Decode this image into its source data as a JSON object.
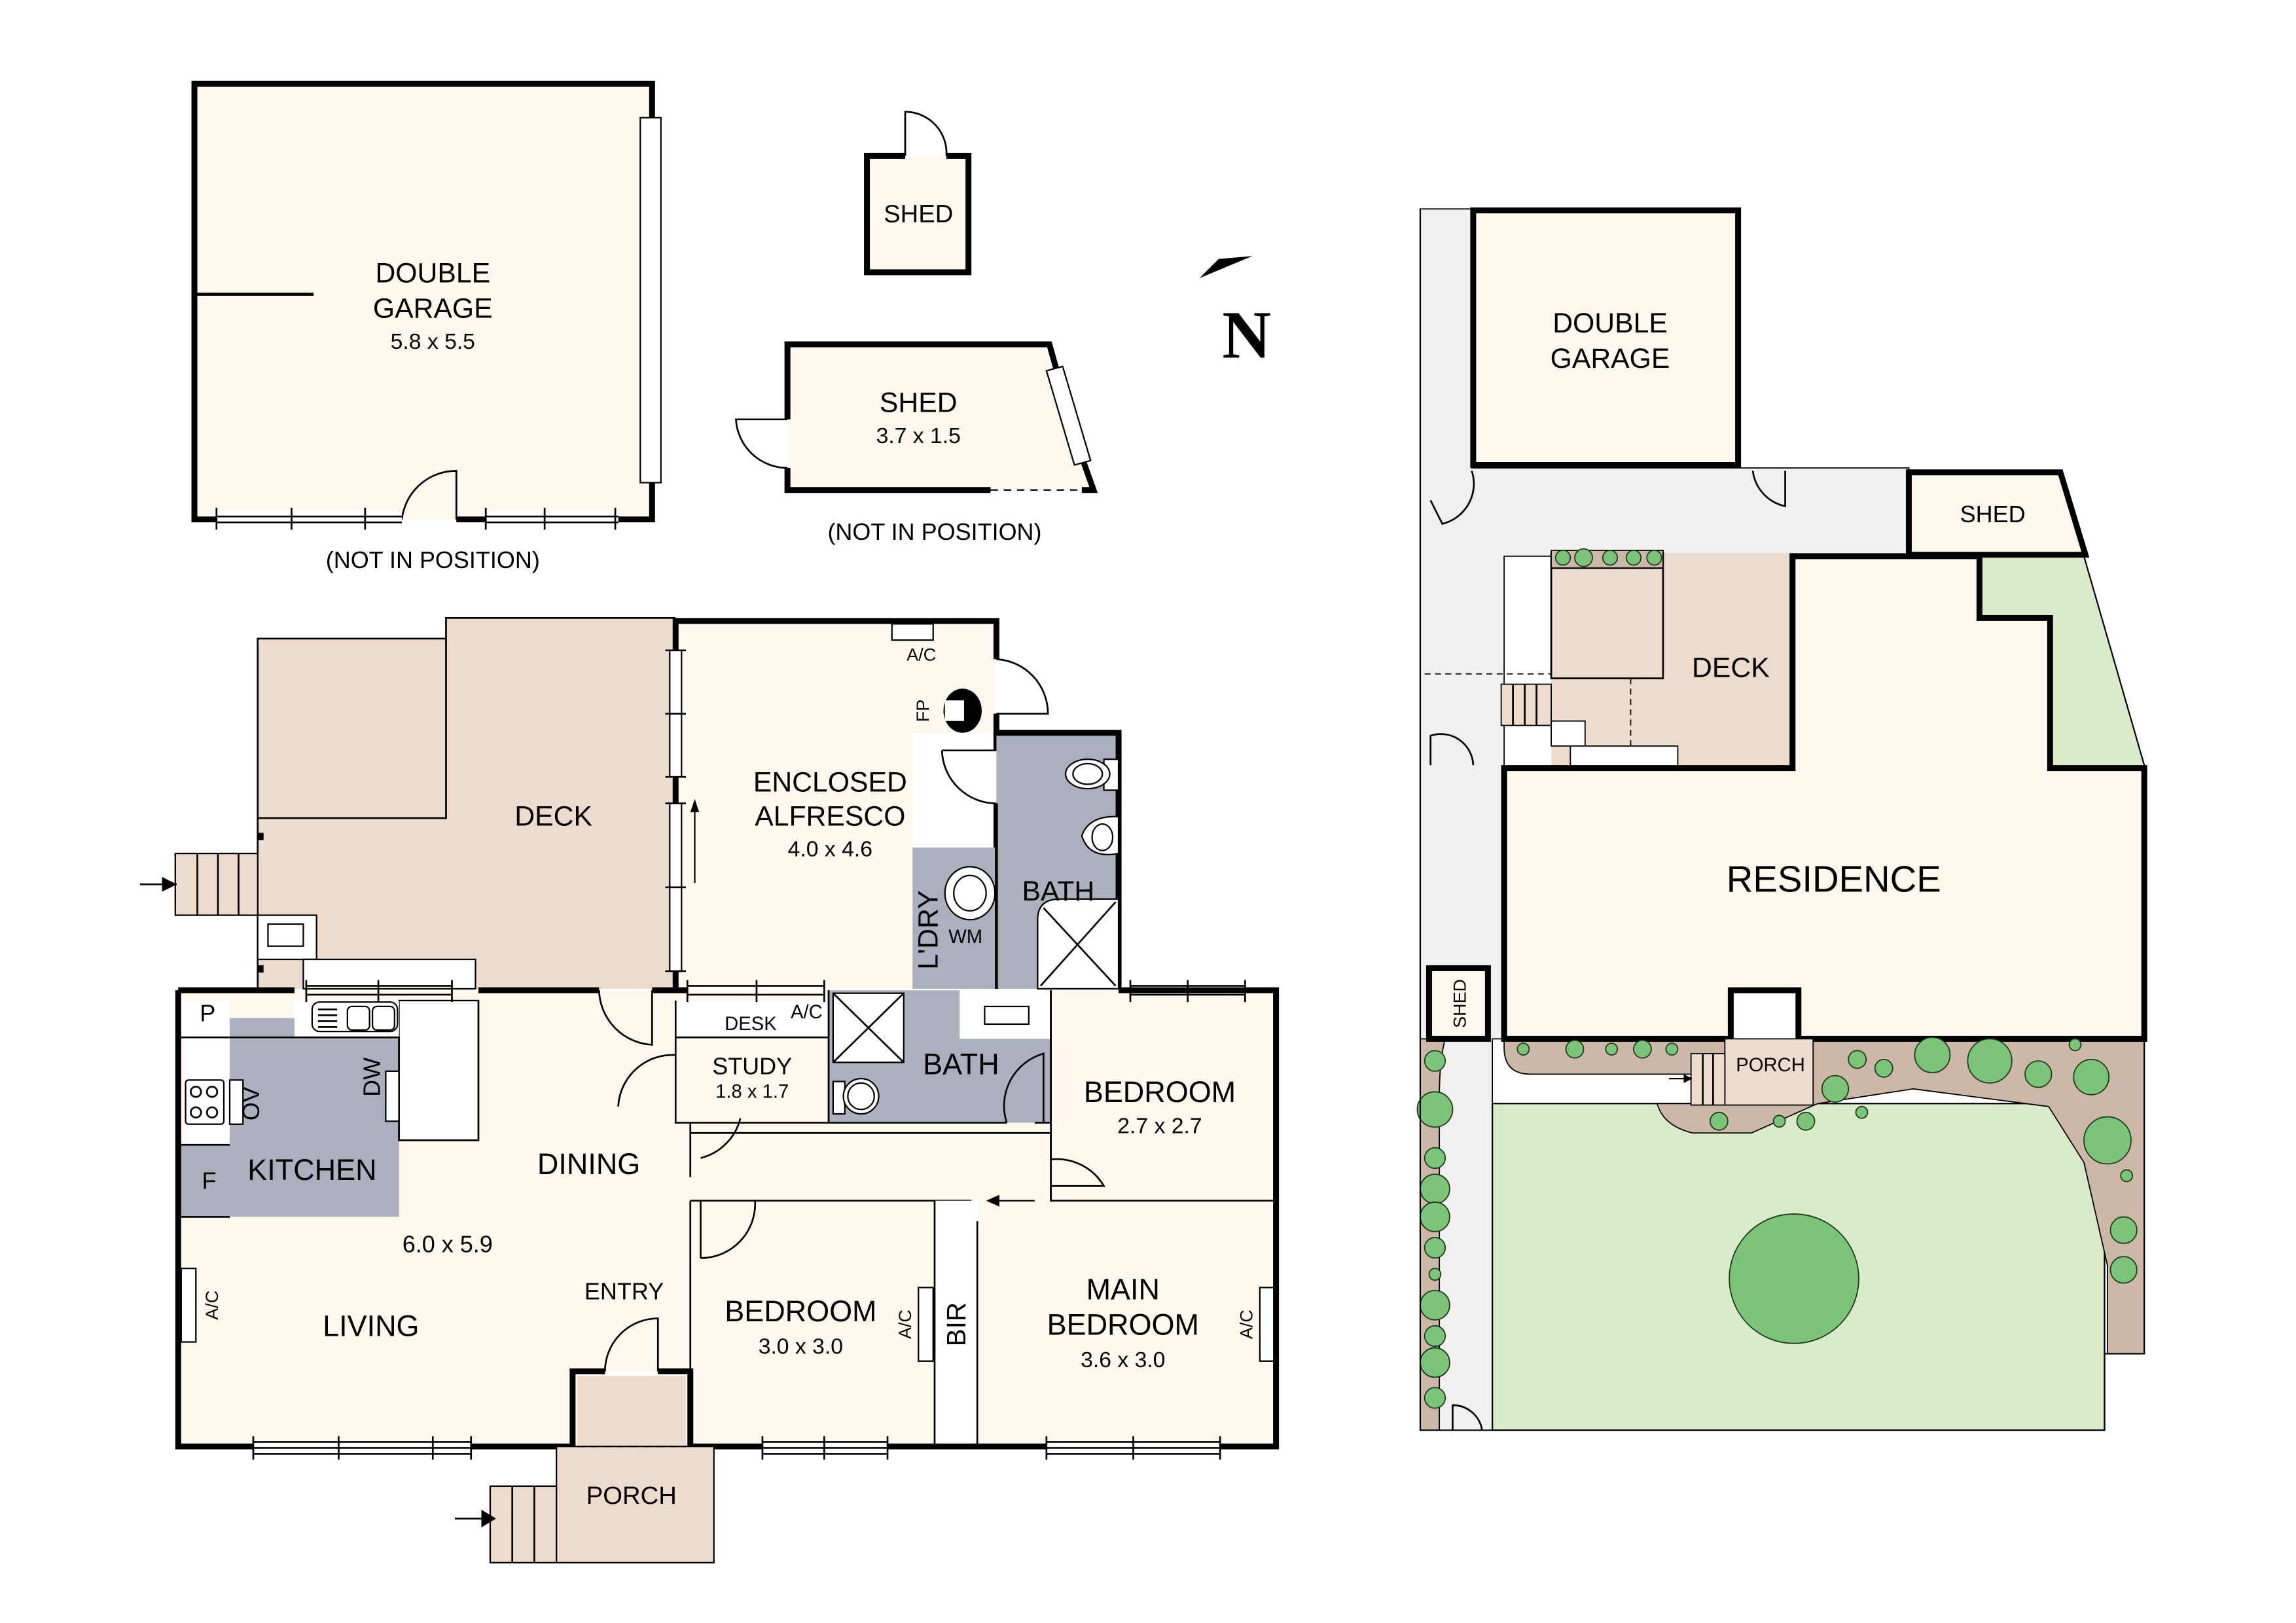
{
  "compass": {
    "label": "N"
  },
  "outbuildings": {
    "garage": {
      "name_line1": "DOUBLE",
      "name_line2": "GARAGE",
      "size": "5.8 x 5.5",
      "note": "(NOT IN POSITION)"
    },
    "shed_small": {
      "name": "SHED"
    },
    "shed_large": {
      "name": "SHED",
      "size": "3.7 x 1.5",
      "note": "(NOT IN POSITION)"
    }
  },
  "floor_plan": {
    "deck": {
      "name": "DECK"
    },
    "alfresco": {
      "name_line1": "ENCLOSED",
      "name_line2": "ALFRESCO",
      "size": "4.0 x 4.6",
      "ac": "A/C",
      "fp": "FP"
    },
    "laundry": {
      "name": "L'DRY",
      "wm": "WM"
    },
    "bath_rear": {
      "name": "BATH"
    },
    "kitchen": {
      "name": "KITCHEN",
      "pantry": "P",
      "oven": "OV",
      "dishwasher": "DW",
      "fridge": "F"
    },
    "dining": {
      "name": "DINING"
    },
    "living": {
      "name": "LIVING",
      "size": "6.0 x 5.9",
      "ac": "A/C"
    },
    "entry": {
      "name": "ENTRY"
    },
    "porch": {
      "name": "PORCH"
    },
    "study": {
      "name": "STUDY",
      "size": "1.8 x 1.7",
      "desk": "DESK",
      "ac": "A/C"
    },
    "bath_main": {
      "name": "BATH"
    },
    "bedroom2": {
      "name": "BEDROOM",
      "size": "2.7 x 2.7"
    },
    "bedroom3": {
      "name": "BEDROOM",
      "size": "3.0 x 3.0",
      "ac": "A/C"
    },
    "bir": {
      "name": "BIR"
    },
    "main_bedroom": {
      "name_line1": "MAIN",
      "name_line2": "BEDROOM",
      "size": "3.6 x 3.0",
      "ac": "A/C"
    }
  },
  "site_plan": {
    "garage": {
      "name_line1": "DOUBLE",
      "name_line2": "GARAGE"
    },
    "shed_top": {
      "name": "SHED"
    },
    "deck": {
      "name": "DECK"
    },
    "residence": {
      "name": "RESIDENCE"
    },
    "shed_side": {
      "name": "SHED"
    },
    "porch": {
      "name": "PORCH"
    }
  },
  "colors": {
    "room": "#fff8ee",
    "deck": "#eddccd",
    "wet_area": "#acb0be",
    "path": "#f1f0ee",
    "lawn": "#d9ebc9",
    "garden_bed": "#cdb8a8",
    "tree": "#7cc47a"
  }
}
